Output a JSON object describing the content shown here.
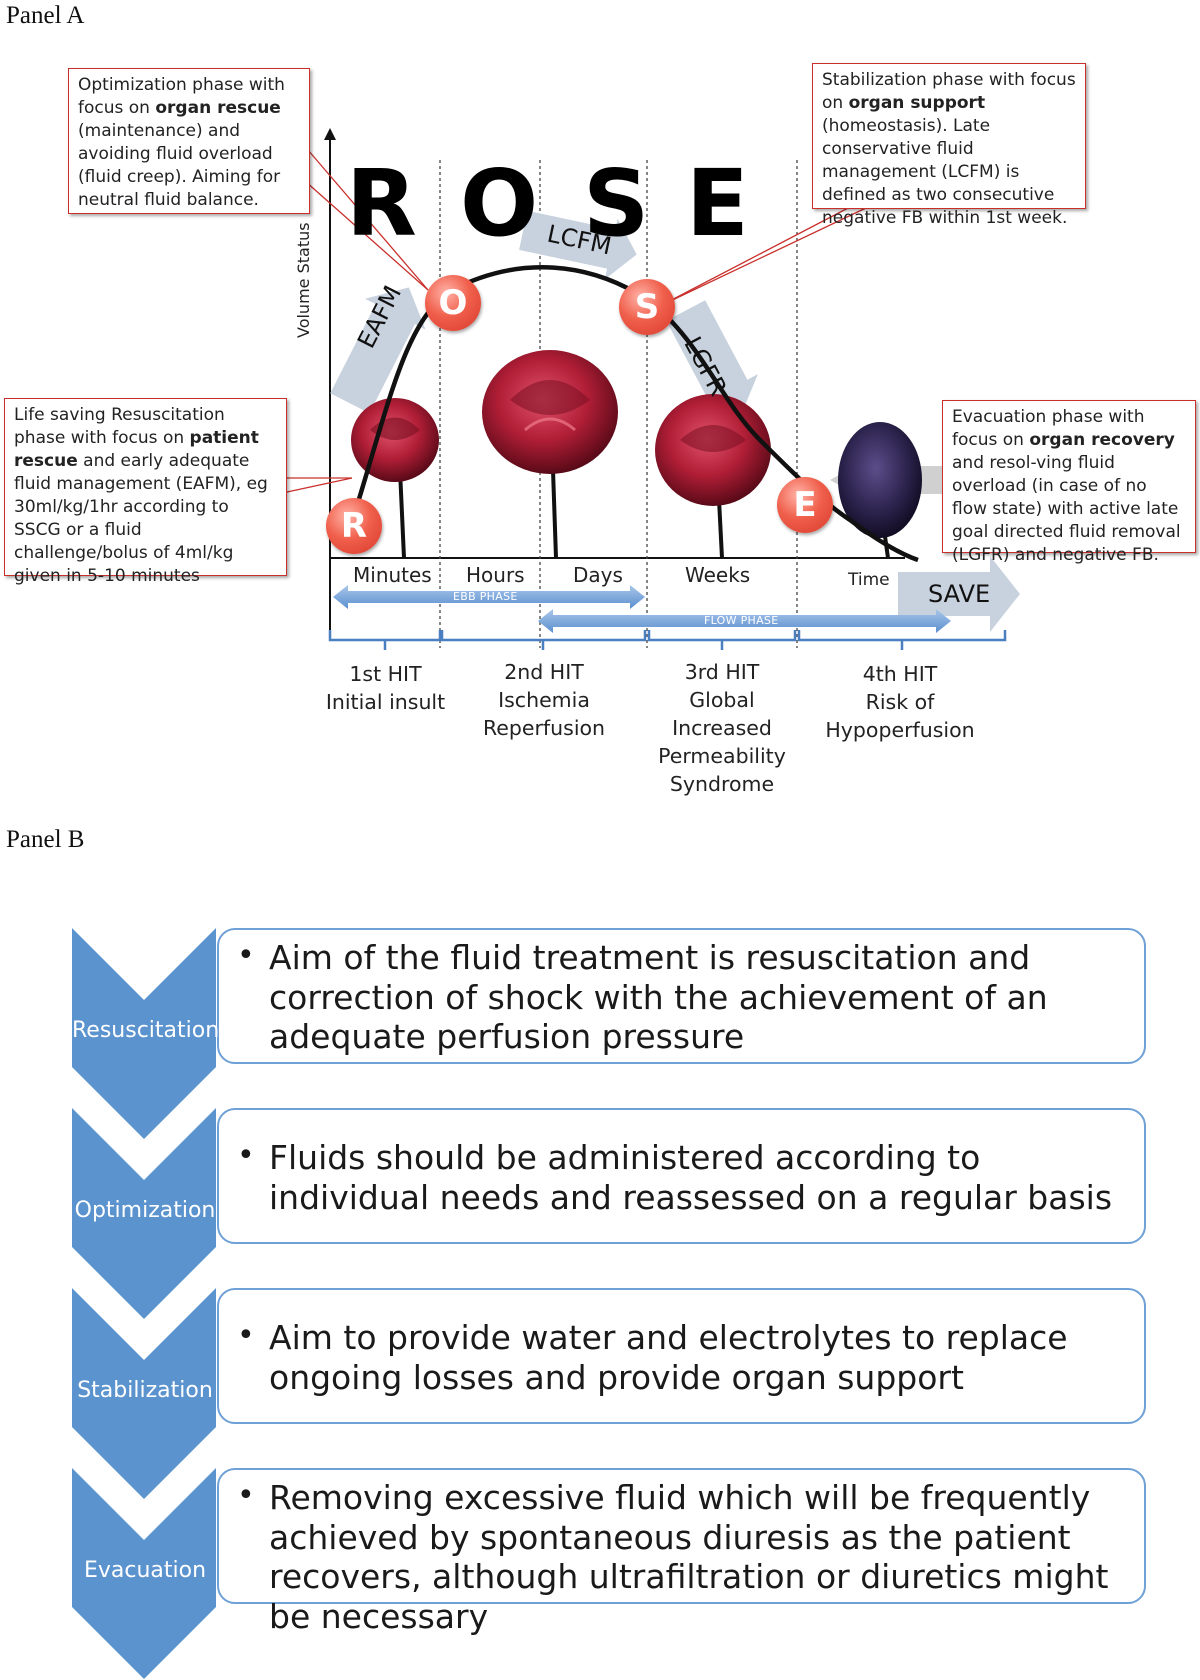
{
  "panel_a": {
    "label": "Panel A",
    "title_letters": [
      "R",
      "O",
      "S",
      "E"
    ],
    "y_axis_label": "Volume Status",
    "x_axis_label": "Time",
    "arrows": {
      "eafm": "EAFM",
      "lcfm": "LCFM",
      "lgfr": "LGFR",
      "save": "SAVE"
    },
    "phase_dots": [
      "R",
      "O",
      "S",
      "E"
    ],
    "time_labels": [
      "Minutes",
      "Hours",
      "Days",
      "Weeks"
    ],
    "ebb_phase": "EBB PHASE",
    "flow_phase": "FLOW PHASE",
    "callouts": {
      "optimization": {
        "pre": "Optimization phase with focus on ",
        "bold": "organ rescue",
        "post": " (maintenance) and avoiding fluid overload (fluid creep). Aiming for neutral fluid balance."
      },
      "stabilization": {
        "pre": "Stabilization phase with focus on ",
        "bold": "organ support",
        "post": " (homeostasis). Late conservative fluid management (LCFM) is defined as two consecutive negative FB within 1st week."
      },
      "resuscitation": {
        "pre": "Life saving Resuscitation phase with focus on ",
        "bold": "patient rescue",
        "post": " and early adequate fluid management (EAFM), eg 30ml/kg/1hr according to SSCG or a fluid challenge/bolus of 4ml/kg given in 5-10 minutes"
      },
      "evacuation": {
        "pre": "Evacuation phase with focus on ",
        "bold": "organ recovery",
        "post": " and resol-ving fluid overload (in case of no flow state) with active late goal directed fluid removal (LGFR) and negative FB."
      }
    },
    "hits": [
      {
        "line1": "1st HIT",
        "line2": "Initial insult"
      },
      {
        "line1": "2nd HIT",
        "line2": "Ischemia",
        "line3": "Reperfusion"
      },
      {
        "line1": "3rd HIT",
        "line2": "Global",
        "line3": "Increased",
        "line4": "Permeability",
        "line5": "Syndrome"
      },
      {
        "line1": "4th HIT",
        "line2": "Risk of",
        "line3": "Hypoperfusion"
      }
    ]
  },
  "panel_b": {
    "label": "Panel B",
    "rows": [
      {
        "phase": "Resuscitation",
        "text": "Aim of the fluid treatment is resuscitation and correction of shock with the achievement of an adequate perfusion pressure"
      },
      {
        "phase": "Optimization",
        "text": "Fluids should be administered according to individual needs and reassessed on a regular basis"
      },
      {
        "phase": "Stabilization",
        "text": "Aim to provide water and electrolytes to replace ongoing losses and provide organ support"
      },
      {
        "phase": "Evacuation",
        "text": "Removing excessive fluid which will be frequently achieved by spontaneous diuresis as the patient recovers, although ultrafiltration or diuretics might be necessary"
      }
    ]
  },
  "colors": {
    "callout_border": "#c9302c",
    "dot_red": "#e8493a",
    "arrow_blue": "#6fa0d6",
    "chevron_blue": "#5b93cf",
    "grey_arrow": "#c8d2de"
  }
}
